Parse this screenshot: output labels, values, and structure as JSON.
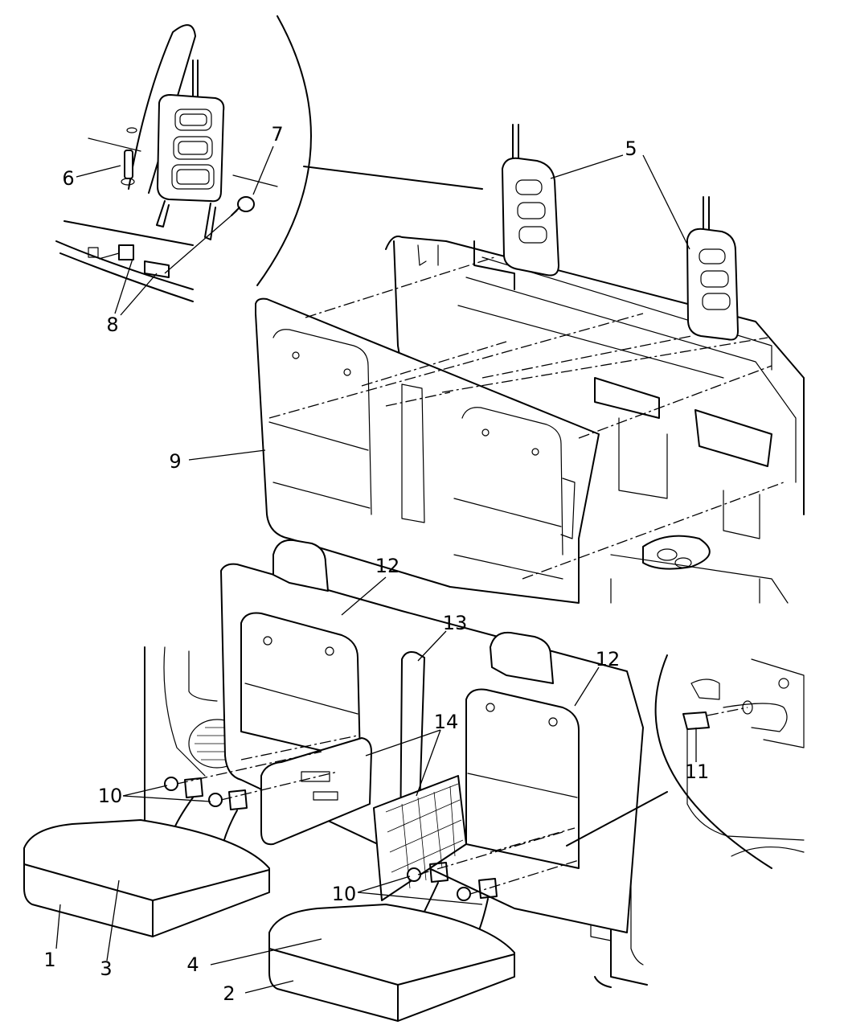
{
  "callouts": {
    "c1": "1",
    "c2": "2",
    "c3": "3",
    "c4": "4",
    "c5": "5",
    "c6": "6",
    "c7": "7",
    "c8": "8",
    "c9": "9",
    "c10a": "10",
    "c10b": "10",
    "c11": "11",
    "c12a": "12",
    "c12b": "12",
    "c13": "13",
    "c14": "14"
  },
  "colors": {
    "ink": "#000000",
    "paper": "#ffffff"
  }
}
